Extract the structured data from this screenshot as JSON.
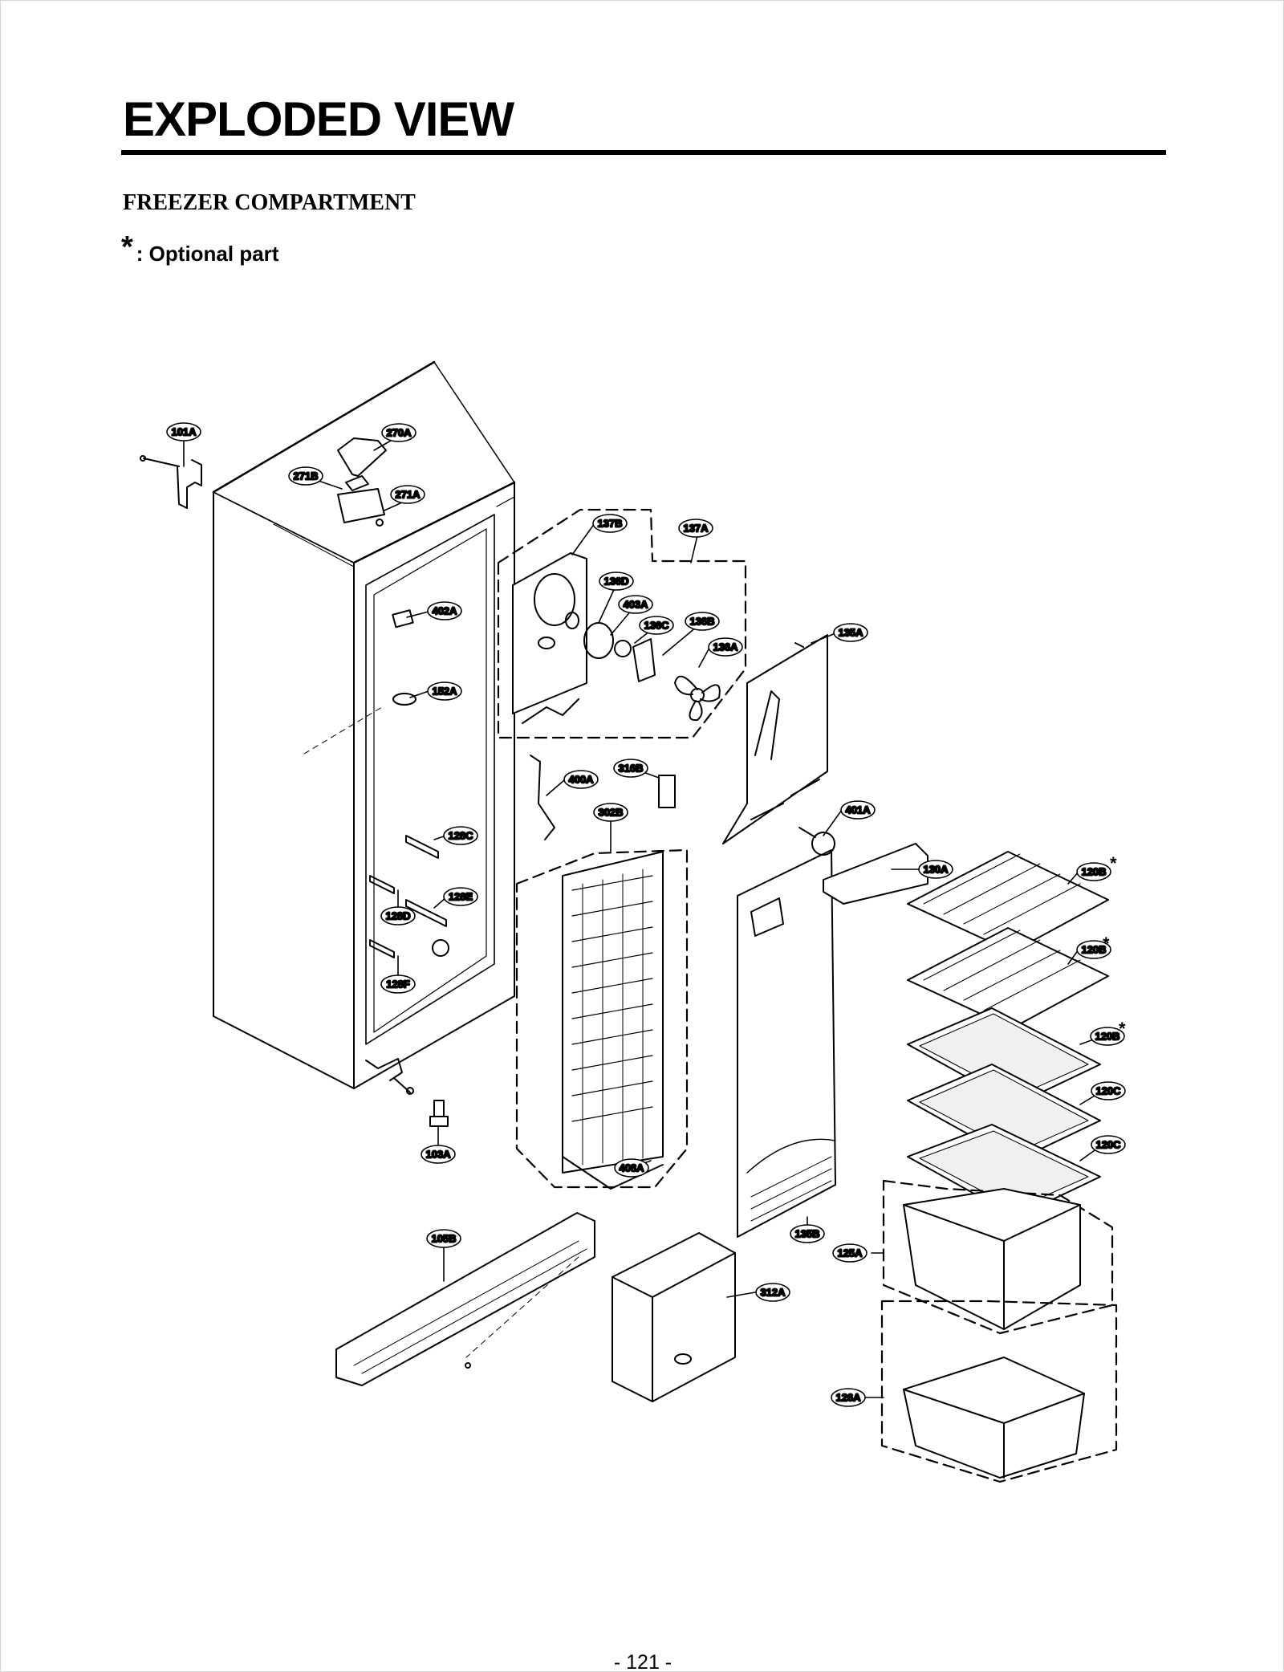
{
  "page": {
    "title": "EXPLODED VIEW",
    "subtitle": "FREEZER COMPARTMENT",
    "note_mark": "*",
    "note_text": ": Optional part",
    "page_number": "- 121 -"
  },
  "parts": [
    {
      "id": "101A"
    },
    {
      "id": "270A"
    },
    {
      "id": "271B"
    },
    {
      "id": "271A"
    },
    {
      "id": "137B"
    },
    {
      "id": "137A"
    },
    {
      "id": "136D"
    },
    {
      "id": "403A"
    },
    {
      "id": "136C"
    },
    {
      "id": "136B"
    },
    {
      "id": "136A"
    },
    {
      "id": "135A"
    },
    {
      "id": "402A"
    },
    {
      "id": "152A"
    },
    {
      "id": "400A"
    },
    {
      "id": "316B"
    },
    {
      "id": "302B"
    },
    {
      "id": "401A"
    },
    {
      "id": "130A"
    },
    {
      "id": "120B",
      "optional": "*"
    },
    {
      "id": "120B",
      "optional": "*"
    },
    {
      "id": "120B",
      "optional": "*"
    },
    {
      "id": "120C"
    },
    {
      "id": "120C"
    },
    {
      "id": "128C"
    },
    {
      "id": "128E"
    },
    {
      "id": "128D"
    },
    {
      "id": "128F"
    },
    {
      "id": "103A"
    },
    {
      "id": "408A"
    },
    {
      "id": "135B"
    },
    {
      "id": "125A"
    },
    {
      "id": "105B"
    },
    {
      "id": "312A"
    },
    {
      "id": "126A"
    }
  ]
}
